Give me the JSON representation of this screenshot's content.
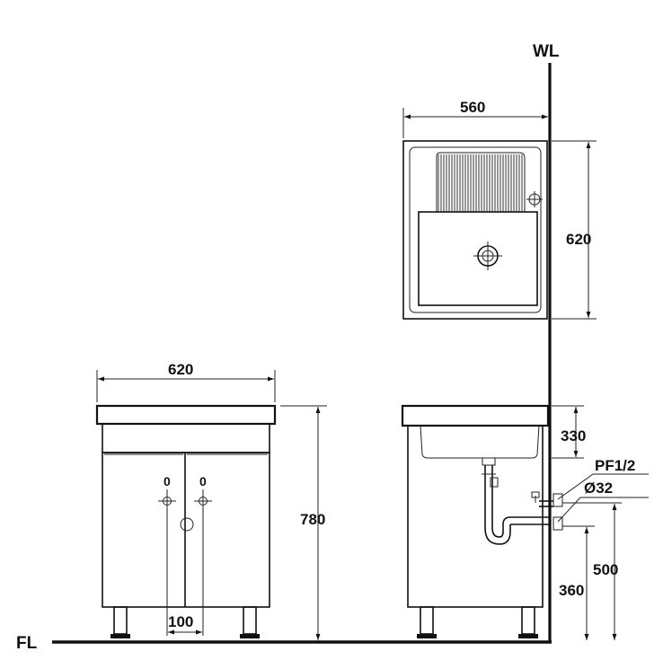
{
  "reference_lines": {
    "wall_label": "WL",
    "floor_label": "FL"
  },
  "front_view": {
    "width_dim": "620",
    "height_dim": "780",
    "handle_spacing_dim": "100",
    "handle_mark_left": "0",
    "handle_mark_right": "0"
  },
  "top_view": {
    "width_dim": "560",
    "depth_dim": "620"
  },
  "side_view": {
    "basin_depth_dim": "330",
    "supply_label": "PF1/2",
    "drain_label": "Ø32",
    "supply_height_dim": "500",
    "drain_height_dim": "360"
  },
  "colors": {
    "line": "#111111",
    "background": "#ffffff"
  }
}
